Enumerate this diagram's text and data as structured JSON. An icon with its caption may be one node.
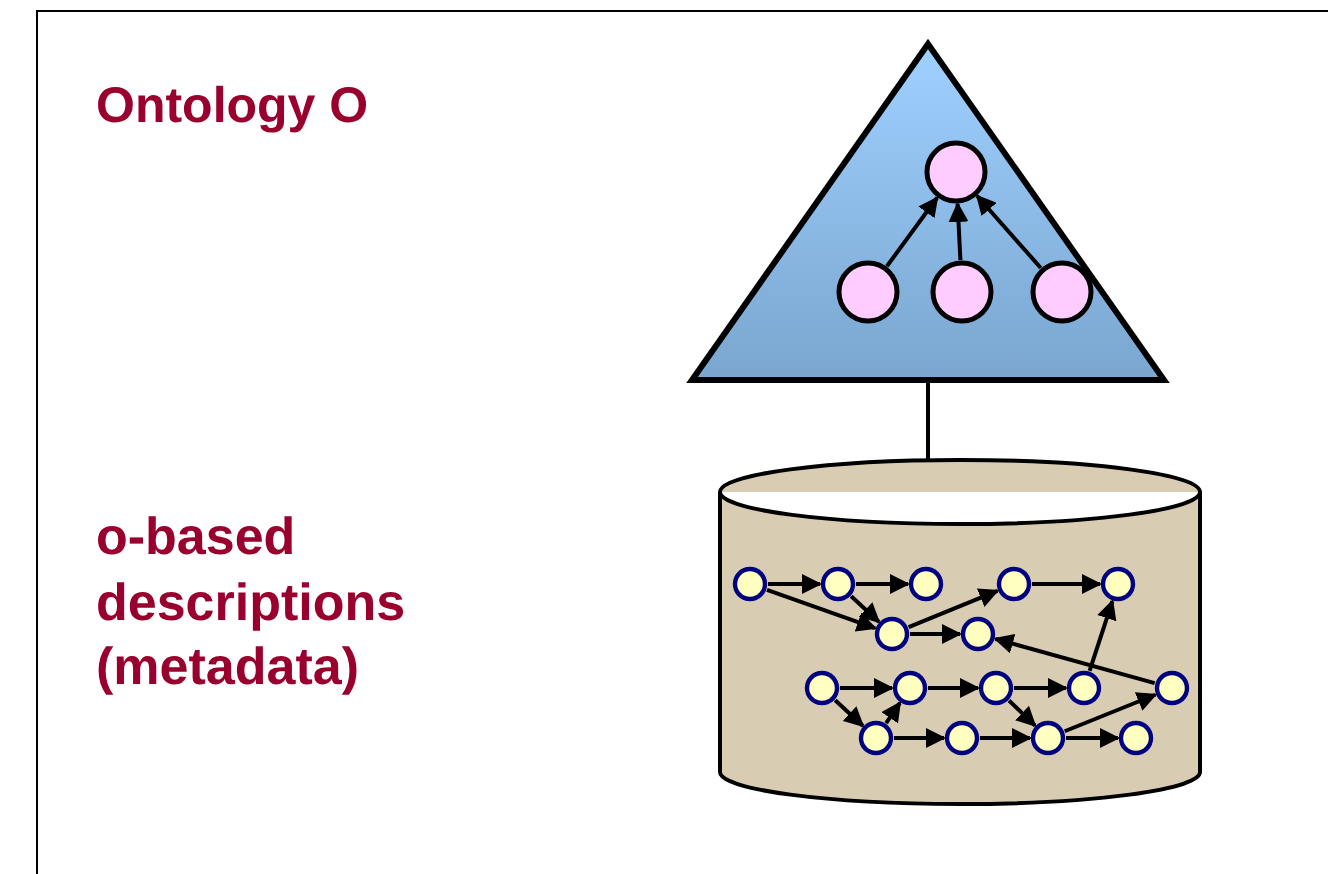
{
  "diagram": {
    "nodes": [
      {
        "text": [],
        "shape": "triangle"
      },
      {
        "text": [],
        "shape": "circle",
        "in": 0
      },
      {
        "text": [],
        "shape": "circle",
        "in": 0
      },
      {
        "text": [],
        "shape": "circle",
        "in": 0
      },
      {
        "text": [],
        "shape": "circle",
        "in": 0
      },
      {
        "text": [],
        "shape": "cylinder"
      },
      {
        "text": [],
        "shape": "circle",
        "in": 5
      },
      {
        "text": [],
        "shape": "circle",
        "in": 5
      },
      {
        "text": [],
        "shape": "circle",
        "in": 5
      },
      {
        "text": [],
        "shape": "circle",
        "in": 5
      },
      {
        "text": [],
        "shape": "circle",
        "in": 5
      },
      {
        "text": [],
        "shape": "circle",
        "in": 5
      },
      {
        "text": [],
        "shape": "circle",
        "in": 5
      },
      {
        "text": [],
        "shape": "circle",
        "in": 5
      },
      {
        "text": [],
        "shape": "circle",
        "in": 5
      },
      {
        "text": [],
        "shape": "circle",
        "in": 5
      },
      {
        "text": [],
        "shape": "circle",
        "in": 5
      },
      {
        "text": [],
        "shape": "circle",
        "in": 5
      },
      {
        "text": [],
        "shape": "circle",
        "in": 5
      },
      {
        "text": [],
        "shape": "circle",
        "in": 5
      },
      {
        "text": [],
        "shape": "circle",
        "in": 5
      },
      {
        "text": [],
        "shape": "circle",
        "in": 5
      }
    ],
    "edges": [
      {
        "from": 2,
        "to": 1,
        "arrow": "to"
      },
      {
        "from": 3,
        "to": 1,
        "arrow": "to"
      },
      {
        "from": 4,
        "to": 1,
        "arrow": "to"
      },
      {
        "from": 0,
        "to": 5,
        "arrow": "none"
      },
      {
        "from": 6,
        "to": 7,
        "arrow": "to"
      },
      {
        "from": 7,
        "to": 8,
        "arrow": "to"
      },
      {
        "from": 9,
        "to": 10,
        "arrow": "to"
      },
      {
        "from": 6,
        "to": 11,
        "arrow": "to"
      },
      {
        "from": 7,
        "to": 11,
        "arrow": "to"
      },
      {
        "from": 11,
        "to": 12,
        "arrow": "to"
      },
      {
        "from": 11,
        "to": 9,
        "arrow": "to"
      },
      {
        "from": 17,
        "to": 12,
        "arrow": "to"
      },
      {
        "from": 16,
        "to": 10,
        "arrow": "to"
      },
      {
        "from": 13,
        "to": 14,
        "arrow": "to"
      },
      {
        "from": 14,
        "to": 15,
        "arrow": "to"
      },
      {
        "from": 15,
        "to": 16,
        "arrow": "to"
      },
      {
        "from": 13,
        "to": 18,
        "arrow": "to"
      },
      {
        "from": 18,
        "to": 14,
        "arrow": "to"
      },
      {
        "from": 15,
        "to": 20,
        "arrow": "to"
      },
      {
        "from": 18,
        "to": 19,
        "arrow": "to"
      },
      {
        "from": 19,
        "to": 20,
        "arrow": "to"
      },
      {
        "from": 20,
        "to": 21,
        "arrow": "to"
      },
      {
        "from": 20,
        "to": 17,
        "arrow": "to"
      }
    ],
    "labels": [
      "Ontology O",
      "o-based descriptions (metadata)"
    ]
  }
}
